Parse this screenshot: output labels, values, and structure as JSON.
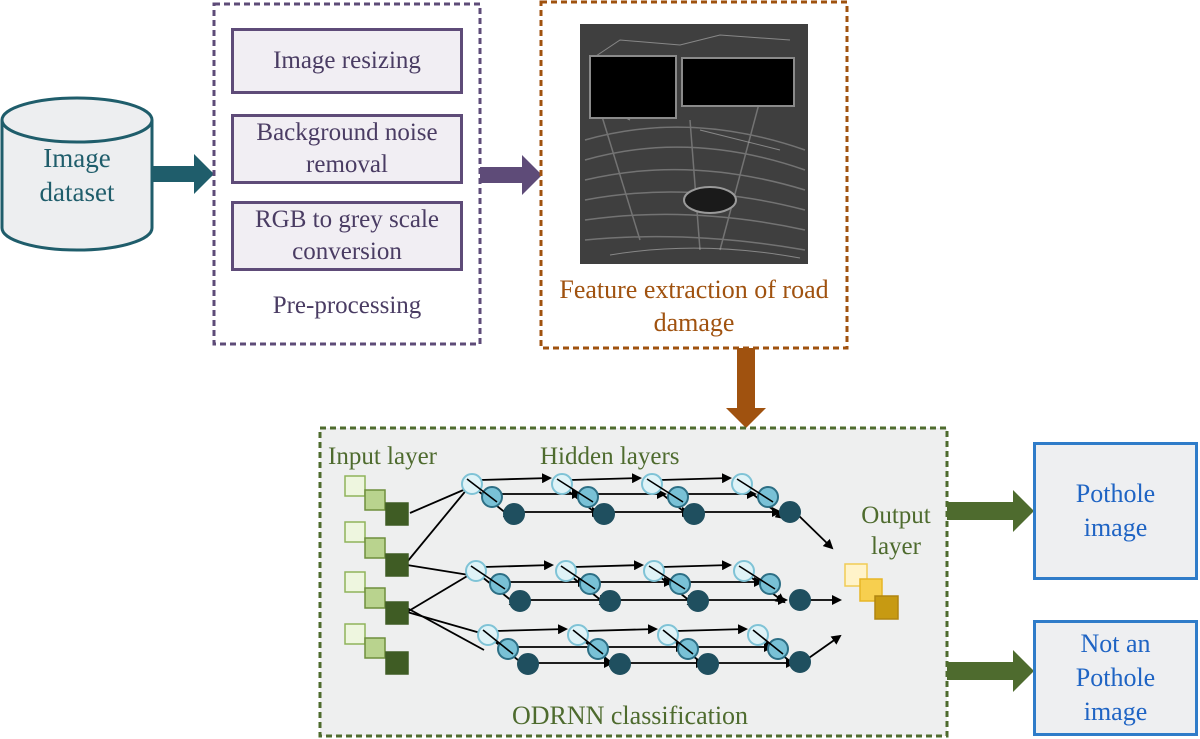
{
  "dataset": {
    "label_line1": "Image",
    "label_line2": "dataset"
  },
  "preprocessing": {
    "title": "Pre-processing",
    "steps": [
      {
        "line1": "Image resizing",
        "line2": ""
      },
      {
        "line1": "Background noise",
        "line2": "removal"
      },
      {
        "line1": "RGB to grey scale",
        "line2": "conversion"
      }
    ]
  },
  "feature": {
    "title_line1": "Feature extraction of road",
    "title_line2": "damage"
  },
  "classification": {
    "title": "ODRNN classification",
    "input_label": "Input layer",
    "hidden_label": "Hidden layers",
    "output_label_line1": "Output",
    "output_label_line2": "layer"
  },
  "outputs": [
    {
      "line1": "Pothole",
      "line2": "image",
      "line3": ""
    },
    {
      "line1": "Not an",
      "line2": "Pothole",
      "line3": "image"
    }
  ],
  "colors": {
    "dataset": "#1f5d6b",
    "preprocessing": "#5e4b78",
    "feature": "#a0520f",
    "classification": "#4e6b2e",
    "output": "#2f7cc9"
  }
}
